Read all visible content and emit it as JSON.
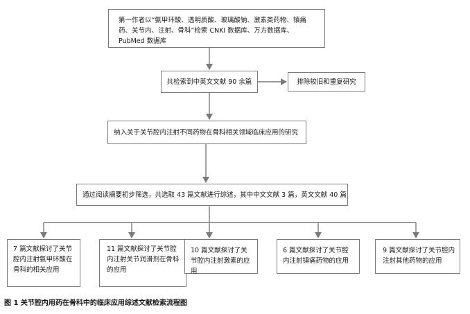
{
  "flow": {
    "step1": "第一作者以“氨甲环酸、透明质酸、玻璃酸钠、激素类药物、镇痛药、关节内、注射、骨科”检索 CNKI 数据库、万方数据库、PubMed 数据库",
    "step2": "共检索到中英文文献 90 余篇",
    "exclude": "排除较旧和重复研究",
    "step3": "纳入关于关节腔内注射不同药物在骨科相关领域临床应用的研究",
    "step4": "通过阅读摘要初步筛选，共选取 43 篇文献进行综述，其中中文文献 3 篇，英文文献 40 篇",
    "branches": [
      "7 篇文献探讨了关节腔内注射氨甲环酸在骨科的相关应用",
      "11 篇文献探讨了关节腔内注射关节润滑剂在骨科的应用",
      "10 篇文献探讨了关节腔内注射激素的应用",
      "6 篇文献探讨了关节腔内注射镇痛药物的应用",
      "9 篇文献探讨了关节腔内注射其他药物的应用"
    ]
  },
  "caption": "图 1   关节腔内用药在骨科中的临床应用综述文献检索流程图"
}
